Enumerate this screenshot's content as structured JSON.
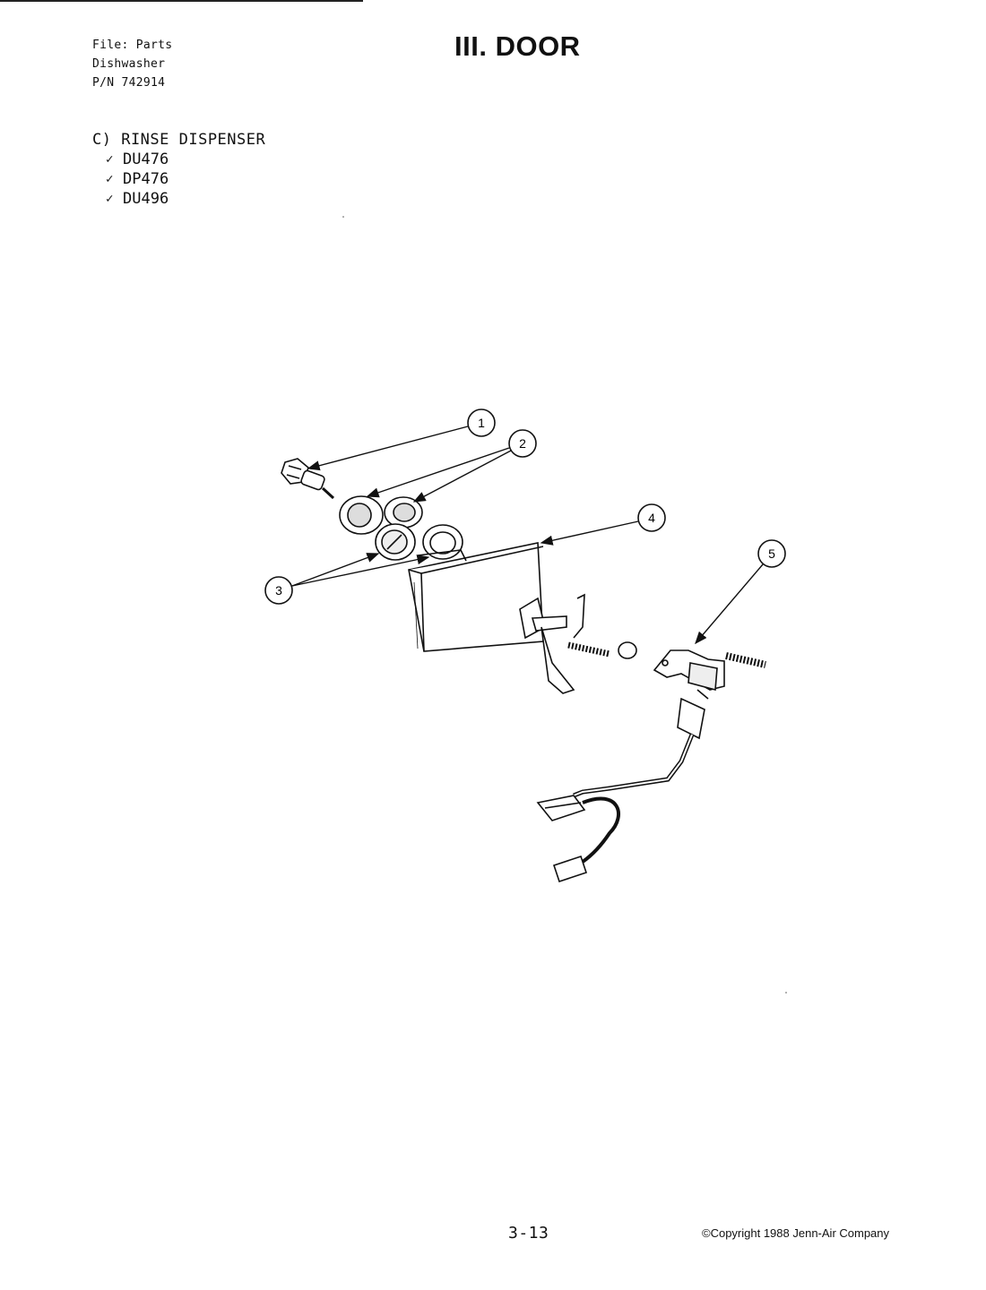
{
  "header": {
    "file_line": "File: Parts",
    "product_line": "Dishwasher",
    "pn_line": "P/N 742914"
  },
  "title": "III. DOOR",
  "section": {
    "heading": "C) RINSE DISPENSER",
    "models": [
      {
        "code": "DU476",
        "check": "✓"
      },
      {
        "code": "DP476",
        "check": "✓"
      },
      {
        "code": "DU496",
        "check": "✓"
      }
    ]
  },
  "diagram": {
    "callouts": [
      "1",
      "2",
      "3",
      "4",
      "5"
    ]
  },
  "footer": {
    "page_number": "3-13",
    "copyright": "©Copyright 1988 Jenn-Air Company"
  }
}
